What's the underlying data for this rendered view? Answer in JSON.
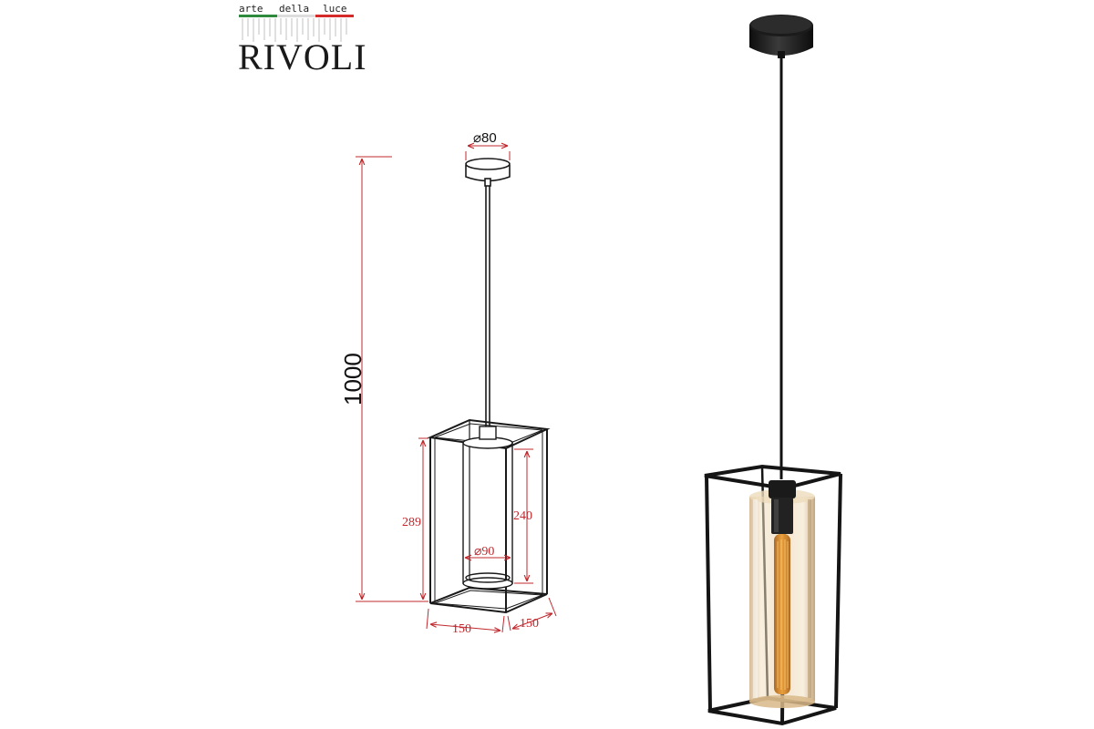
{
  "brand": {
    "tagline_words": [
      "arte",
      "della",
      "luce"
    ],
    "name": "RIVOLI",
    "flag_colors": [
      "#2e8b3d",
      "#ffffff",
      "#d42a2a"
    ]
  },
  "dimensions": {
    "total_height": "1000",
    "canopy_diameter": "⌀80",
    "frame_height": "289",
    "shade_height": "240",
    "shade_diameter": "⌀90",
    "frame_width": "150",
    "frame_depth": "150"
  },
  "colors": {
    "dimension_red": "#c0282d",
    "dimension_black": "#111111",
    "frame_black": "#151515",
    "glass_amber": "#d9b98a",
    "filament_orange": "#e08a1e"
  }
}
